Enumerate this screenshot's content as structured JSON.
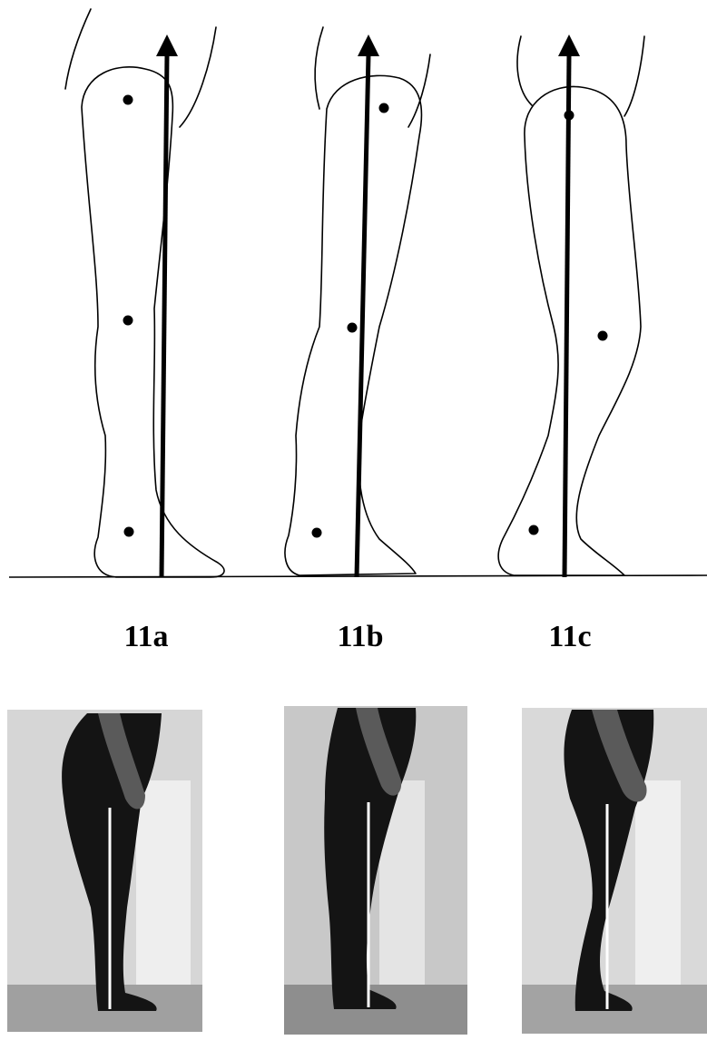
{
  "figure": {
    "labels": [
      "11a",
      "11b",
      "11c"
    ],
    "colors": {
      "line": "#000000",
      "background": "#ffffff",
      "photo_wall": "#d9d9d9",
      "photo_floor": "#9e9e9e",
      "photo_body": "#1a1a1a",
      "photo_plumb_line": "#ffffff"
    }
  }
}
